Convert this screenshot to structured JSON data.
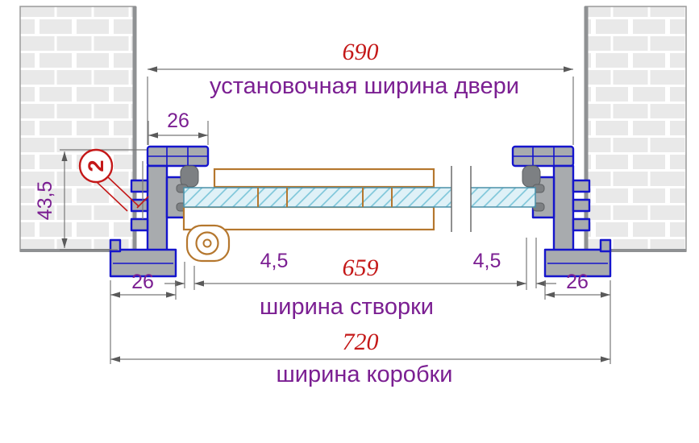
{
  "diagram": {
    "top": {
      "value": "690",
      "label": "установочная ширина двери"
    },
    "head_width": {
      "value": "26"
    },
    "depth": {
      "value": "43,5"
    },
    "wall_gap": {
      "value": "2"
    },
    "gap_left": {
      "value": "4,5"
    },
    "gap_right": {
      "value": "4,5"
    },
    "sash": {
      "value": "659",
      "label": "ширина створки"
    },
    "foot_left": {
      "value": "26"
    },
    "foot_right": {
      "value": "26"
    },
    "frame": {
      "value": "720",
      "label": "ширина коробки"
    }
  },
  "colors": {
    "dimension_red": "#c41818",
    "label_purple": "#7b1f92",
    "profile_blue": "#1515cc",
    "profile_gray": "#a8abae",
    "wood_orange": "#b5772e",
    "glass_blue": "#dff1f7",
    "wall_gray": "#e9e9e9",
    "line_gray": "#787878"
  }
}
